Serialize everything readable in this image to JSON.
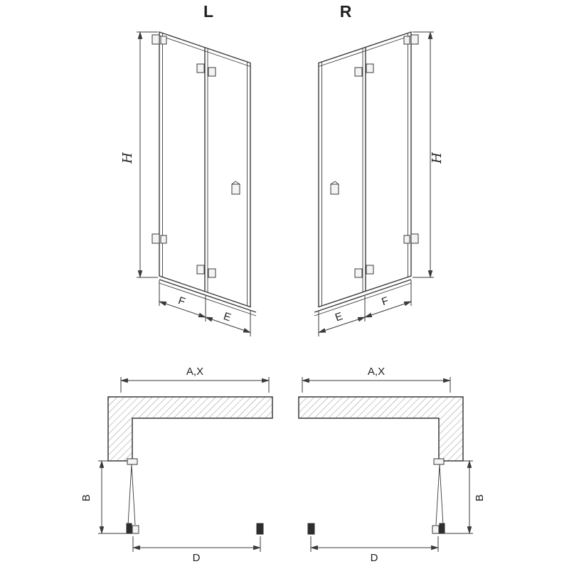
{
  "figure": {
    "background_color": "#ffffff",
    "line_color": "#3a3a3a",
    "hatch_color": "#9b9b9b",
    "profile_color": "#2e2e2e",
    "elevation_left": {
      "variant_label": "L",
      "height_label": "H",
      "near_panel_label": "F",
      "far_panel_label": "E"
    },
    "elevation_right": {
      "variant_label": "R",
      "height_label": "H",
      "near_panel_label": "F",
      "far_panel_label": "E"
    },
    "plan_left": {
      "width_label": "A,X",
      "projection_label": "B",
      "entry_label": "D"
    },
    "plan_right": {
      "width_label": "A,X",
      "projection_label": "B",
      "entry_label": "D"
    }
  }
}
